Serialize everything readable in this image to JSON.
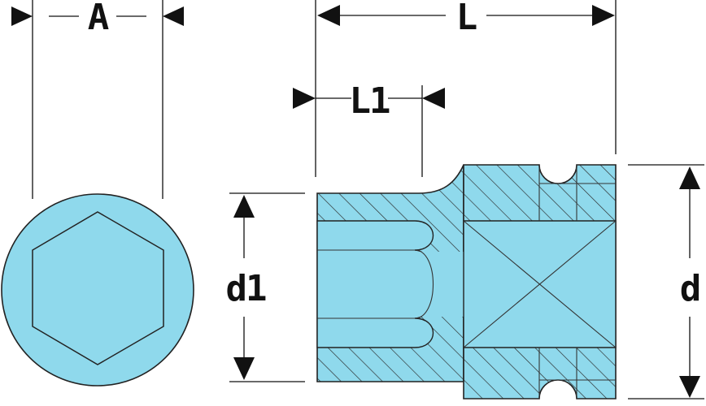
{
  "labels": {
    "A": "A",
    "L": "L",
    "L1": "L1",
    "d1": "d1",
    "d": "d"
  },
  "colors": {
    "body_fill": "#8fd9ec",
    "hatch": "#2a2a2a",
    "line": "#111111"
  }
}
